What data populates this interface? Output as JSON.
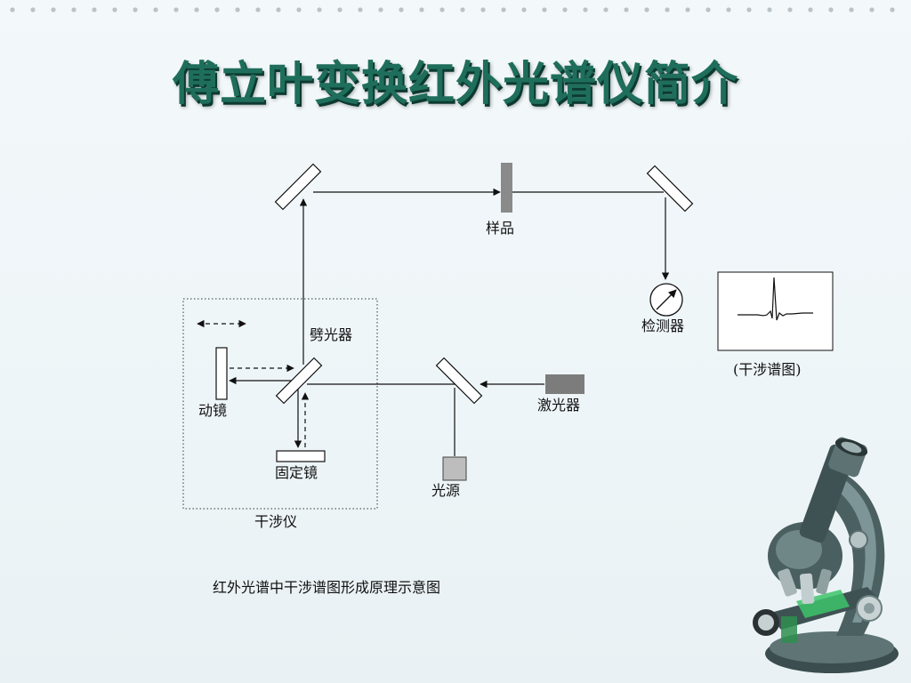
{
  "slide": {
    "title": "傅立叶变换红外光谱仪简介"
  },
  "diagram": {
    "labels": {
      "sample": "样品",
      "detector": "检测器",
      "beam_splitter": "劈光器",
      "moving_mirror": "动镜",
      "fixed_mirror": "固定镜",
      "interferometer": "干涉仪",
      "laser": "激光器",
      "light_source": "光源",
      "interferogram": "(干涉谱图)"
    },
    "caption": "红外光谱中干涉谱图形成原理示意图"
  },
  "decor": {
    "microscope": "microscope-illustration"
  },
  "colors": {
    "title": "#1f6e5c",
    "title_shadow": "#0c3a30",
    "sample_fill": "#8a8a8a",
    "laser_fill": "#7c7c7c",
    "source_fill": "#bdbdbd"
  }
}
